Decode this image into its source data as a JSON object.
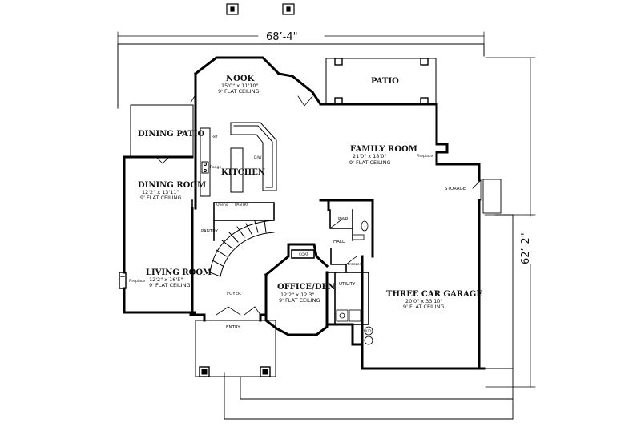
{
  "overall": {
    "width": "68’-4\"",
    "depth": "62’-2\""
  },
  "rooms": {
    "nook": {
      "name": "NOOK",
      "dims": "15'0\" x 11'10\"",
      "ceiling": "9' FLAT CEILING"
    },
    "patio": {
      "name": "PATIO"
    },
    "dining_patio": {
      "name": "DINING PATIO"
    },
    "kitchen": {
      "name": "KITCHEN"
    },
    "family_room": {
      "name": "FAMILY ROOM",
      "dims": "21'0\" x 18'0\"",
      "ceiling": "9' FLAT CEILING"
    },
    "dining_room": {
      "name": "DINING ROOM",
      "dims": "12'2\" x 13'11\"",
      "ceiling": "9' FLAT CEILING"
    },
    "living_room": {
      "name": "LIVING ROOM",
      "dims": "12'2\" x 16'5\"",
      "ceiling": "9' FLAT CEILING"
    },
    "office_den": {
      "name": "OFFICE/DEN",
      "dims": "12'2\" x 12'3\"",
      "ceiling": "9' FLAT CEILING"
    },
    "garage": {
      "name": "THREE CAR GARAGE",
      "dims": "20'0\" x 33'10\"",
      "ceiling": "9' FLAT CEILING"
    }
  },
  "labels": {
    "pantry": "PANTRY",
    "pantry_small": "PANTRY",
    "ovens": "Ovens",
    "foyer": "FOYER",
    "entry": "ENTRY",
    "storage": "STORAGE",
    "pwr": "PWR",
    "hall": "HALL",
    "coat": "COAT",
    "utility": "UTILITY",
    "freezer": "Freezer",
    "fireplace_family": "Fireplace",
    "fireplace_living": "Fireplace",
    "ref": "Ref",
    "range": "Range",
    "dw": "D/W",
    "wd": "W/D"
  }
}
